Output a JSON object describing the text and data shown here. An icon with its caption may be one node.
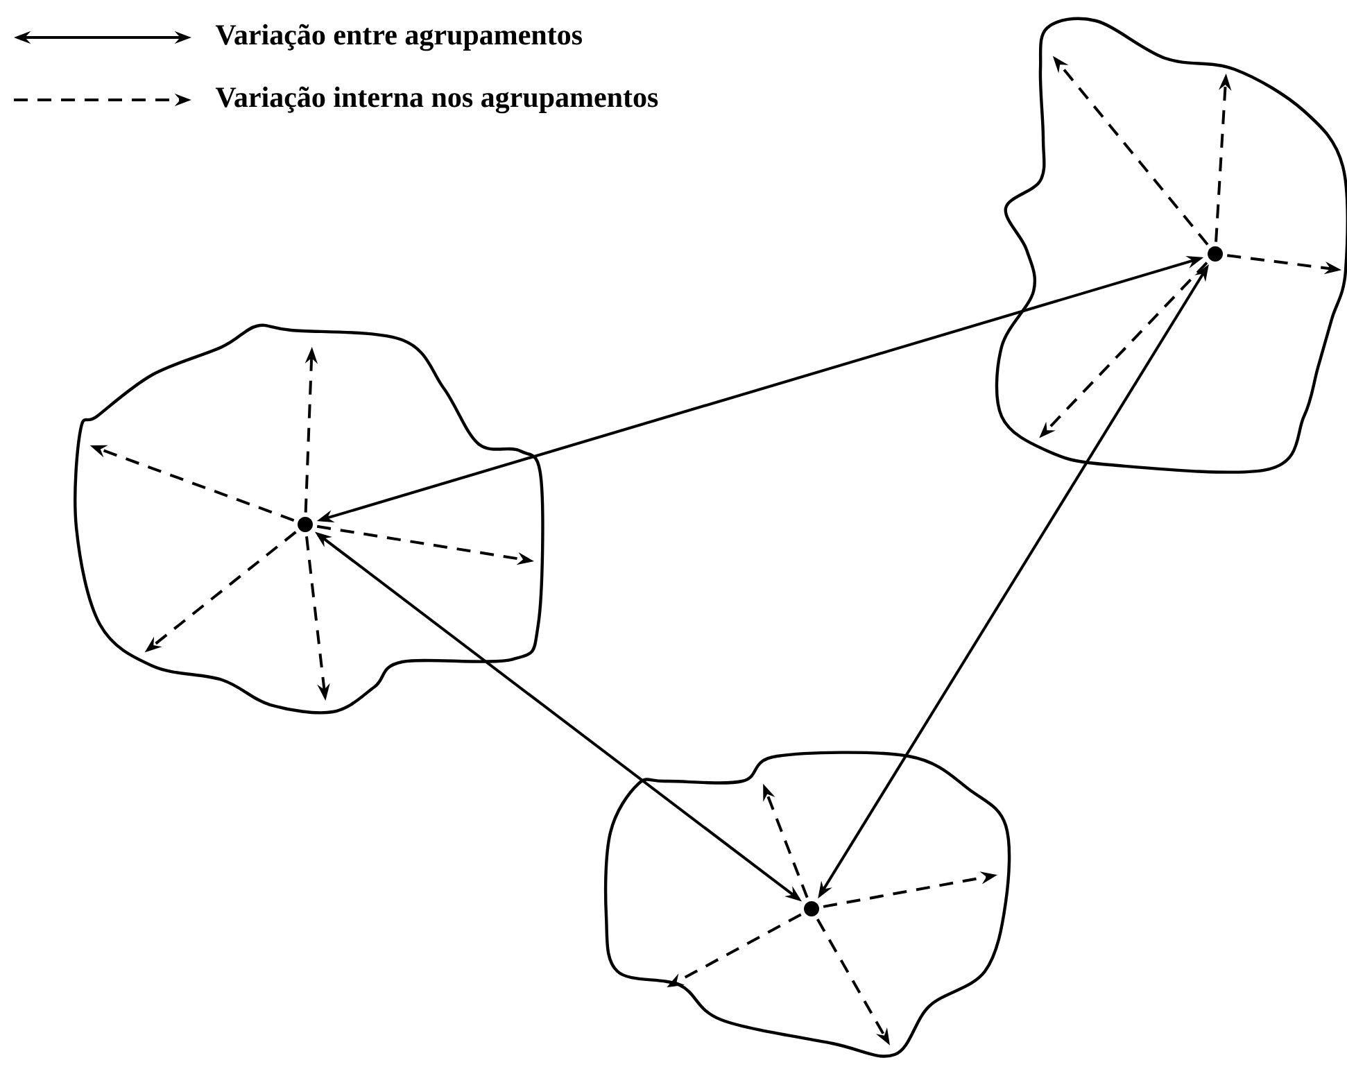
{
  "diagram": {
    "nodes": [
      {
        "text": [],
        "shape": "cloud"
      },
      {
        "text": [],
        "shape": "circle",
        "in": 0
      },
      {
        "text": [],
        "shape": "cloud"
      },
      {
        "text": [],
        "shape": "circle",
        "in": 2
      },
      {
        "text": [],
        "shape": "cloud"
      },
      {
        "text": [],
        "shape": "circle",
        "in": 4
      }
    ],
    "edges": [
      {
        "from": 1,
        "to": 3,
        "arrow": "both"
      },
      {
        "from": 1,
        "to": 5,
        "arrow": "both"
      },
      {
        "from": 5,
        "to": 3,
        "arrow": "both"
      },
      {
        "from": 1,
        "to": null,
        "arrow": "to",
        "style": "dashed"
      },
      {
        "from": 1,
        "to": null,
        "arrow": "to",
        "style": "dashed"
      },
      {
        "from": 1,
        "to": null,
        "arrow": "to",
        "style": "dashed"
      },
      {
        "from": 1,
        "to": null,
        "arrow": "to",
        "style": "dashed"
      },
      {
        "from": 1,
        "to": null,
        "arrow": "to",
        "style": "dashed"
      },
      {
        "from": 3,
        "to": null,
        "arrow": "to",
        "style": "dashed"
      },
      {
        "from": 3,
        "to": null,
        "arrow": "to",
        "style": "dashed"
      },
      {
        "from": 3,
        "to": null,
        "arrow": "to",
        "style": "dashed"
      },
      {
        "from": 3,
        "to": null,
        "arrow": "to",
        "style": "dashed"
      },
      {
        "from": 5,
        "to": null,
        "arrow": "to",
        "style": "dashed"
      },
      {
        "from": 5,
        "to": null,
        "arrow": "to",
        "style": "dashed"
      },
      {
        "from": 5,
        "to": null,
        "arrow": "to",
        "style": "dashed"
      },
      {
        "from": 5,
        "to": null,
        "arrow": "to",
        "style": "dashed"
      }
    ],
    "legend": [
      {
        "text": "Variação entre agrupamentos"
      },
      {
        "text": "Variação interna nos agrupamentos"
      }
    ]
  }
}
